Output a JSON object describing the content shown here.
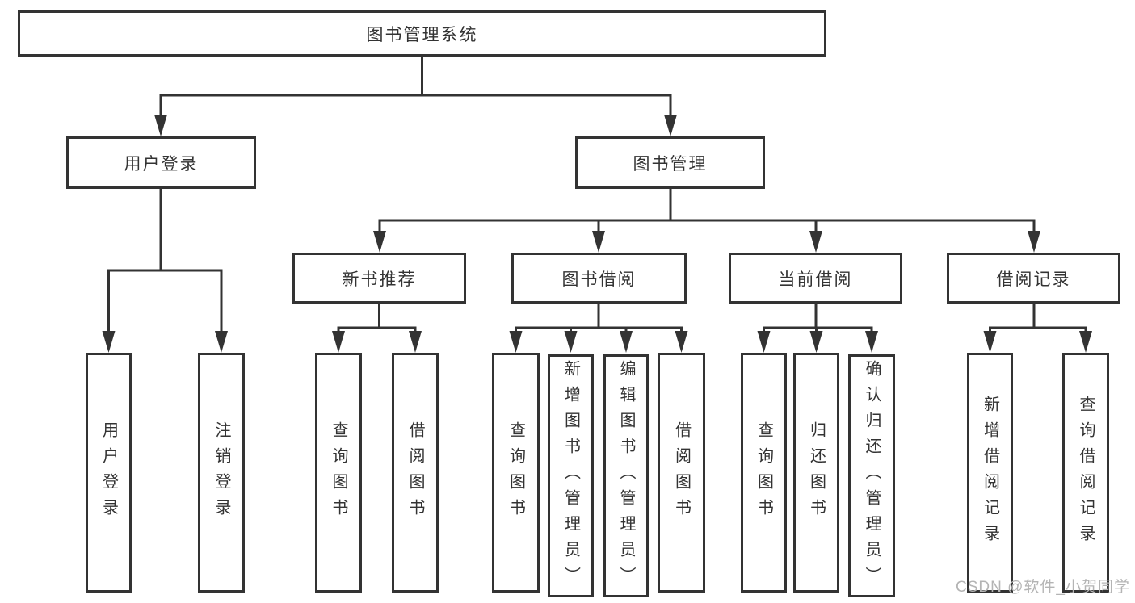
{
  "diagram_title": "图书管理系统",
  "colors": {
    "line": "#333333",
    "box_border": "#333333",
    "text": "#333333",
    "background": "#ffffff",
    "watermark": "#b4b4b4"
  },
  "nodes": {
    "root": {
      "label": "图书管理系统"
    },
    "user_login": {
      "label": "用户登录"
    },
    "book_mgmt": {
      "label": "图书管理"
    },
    "new_book_rec": {
      "label": "新书推荐"
    },
    "book_borrow": {
      "label": "图书借阅"
    },
    "current_borrow": {
      "label": "当前借阅"
    },
    "borrow_record": {
      "label": "借阅记录"
    },
    "leaf_user_login": {
      "label": "用户登录"
    },
    "leaf_logout": {
      "label": "注销登录"
    },
    "rec_query_book": {
      "label": "查询图书"
    },
    "rec_borrow_book": {
      "label": "借阅图书"
    },
    "bb_query_book": {
      "label": "查询图书"
    },
    "bb_add_book": {
      "label": "新增图书（管理员）"
    },
    "bb_edit_book": {
      "label": "编辑图书（管理员）"
    },
    "bb_borrow_book": {
      "label": "借阅图书"
    },
    "cb_query_book": {
      "label": "查询图书"
    },
    "cb_return_book": {
      "label": "归还图书"
    },
    "cb_confirm_return": {
      "label": "确认归还（管理员）"
    },
    "br_add_record": {
      "label": "新增借阅记录"
    },
    "br_query_record": {
      "label": "查询借阅记录"
    }
  },
  "hierarchy": {
    "图书管理系统": {
      "用户登录": [
        "用户登录",
        "注销登录"
      ],
      "图书管理": {
        "新书推荐": [
          "查询图书",
          "借阅图书"
        ],
        "图书借阅": [
          "查询图书",
          "新增图书（管理员）",
          "编辑图书（管理员）",
          "借阅图书"
        ],
        "当前借阅": [
          "查询图书",
          "归还图书",
          "确认归还（管理员）"
        ],
        "借阅记录": [
          "新增借阅记录",
          "查询借阅记录"
        ]
      }
    }
  },
  "watermark": "CSDN @软件_小贺同学"
}
